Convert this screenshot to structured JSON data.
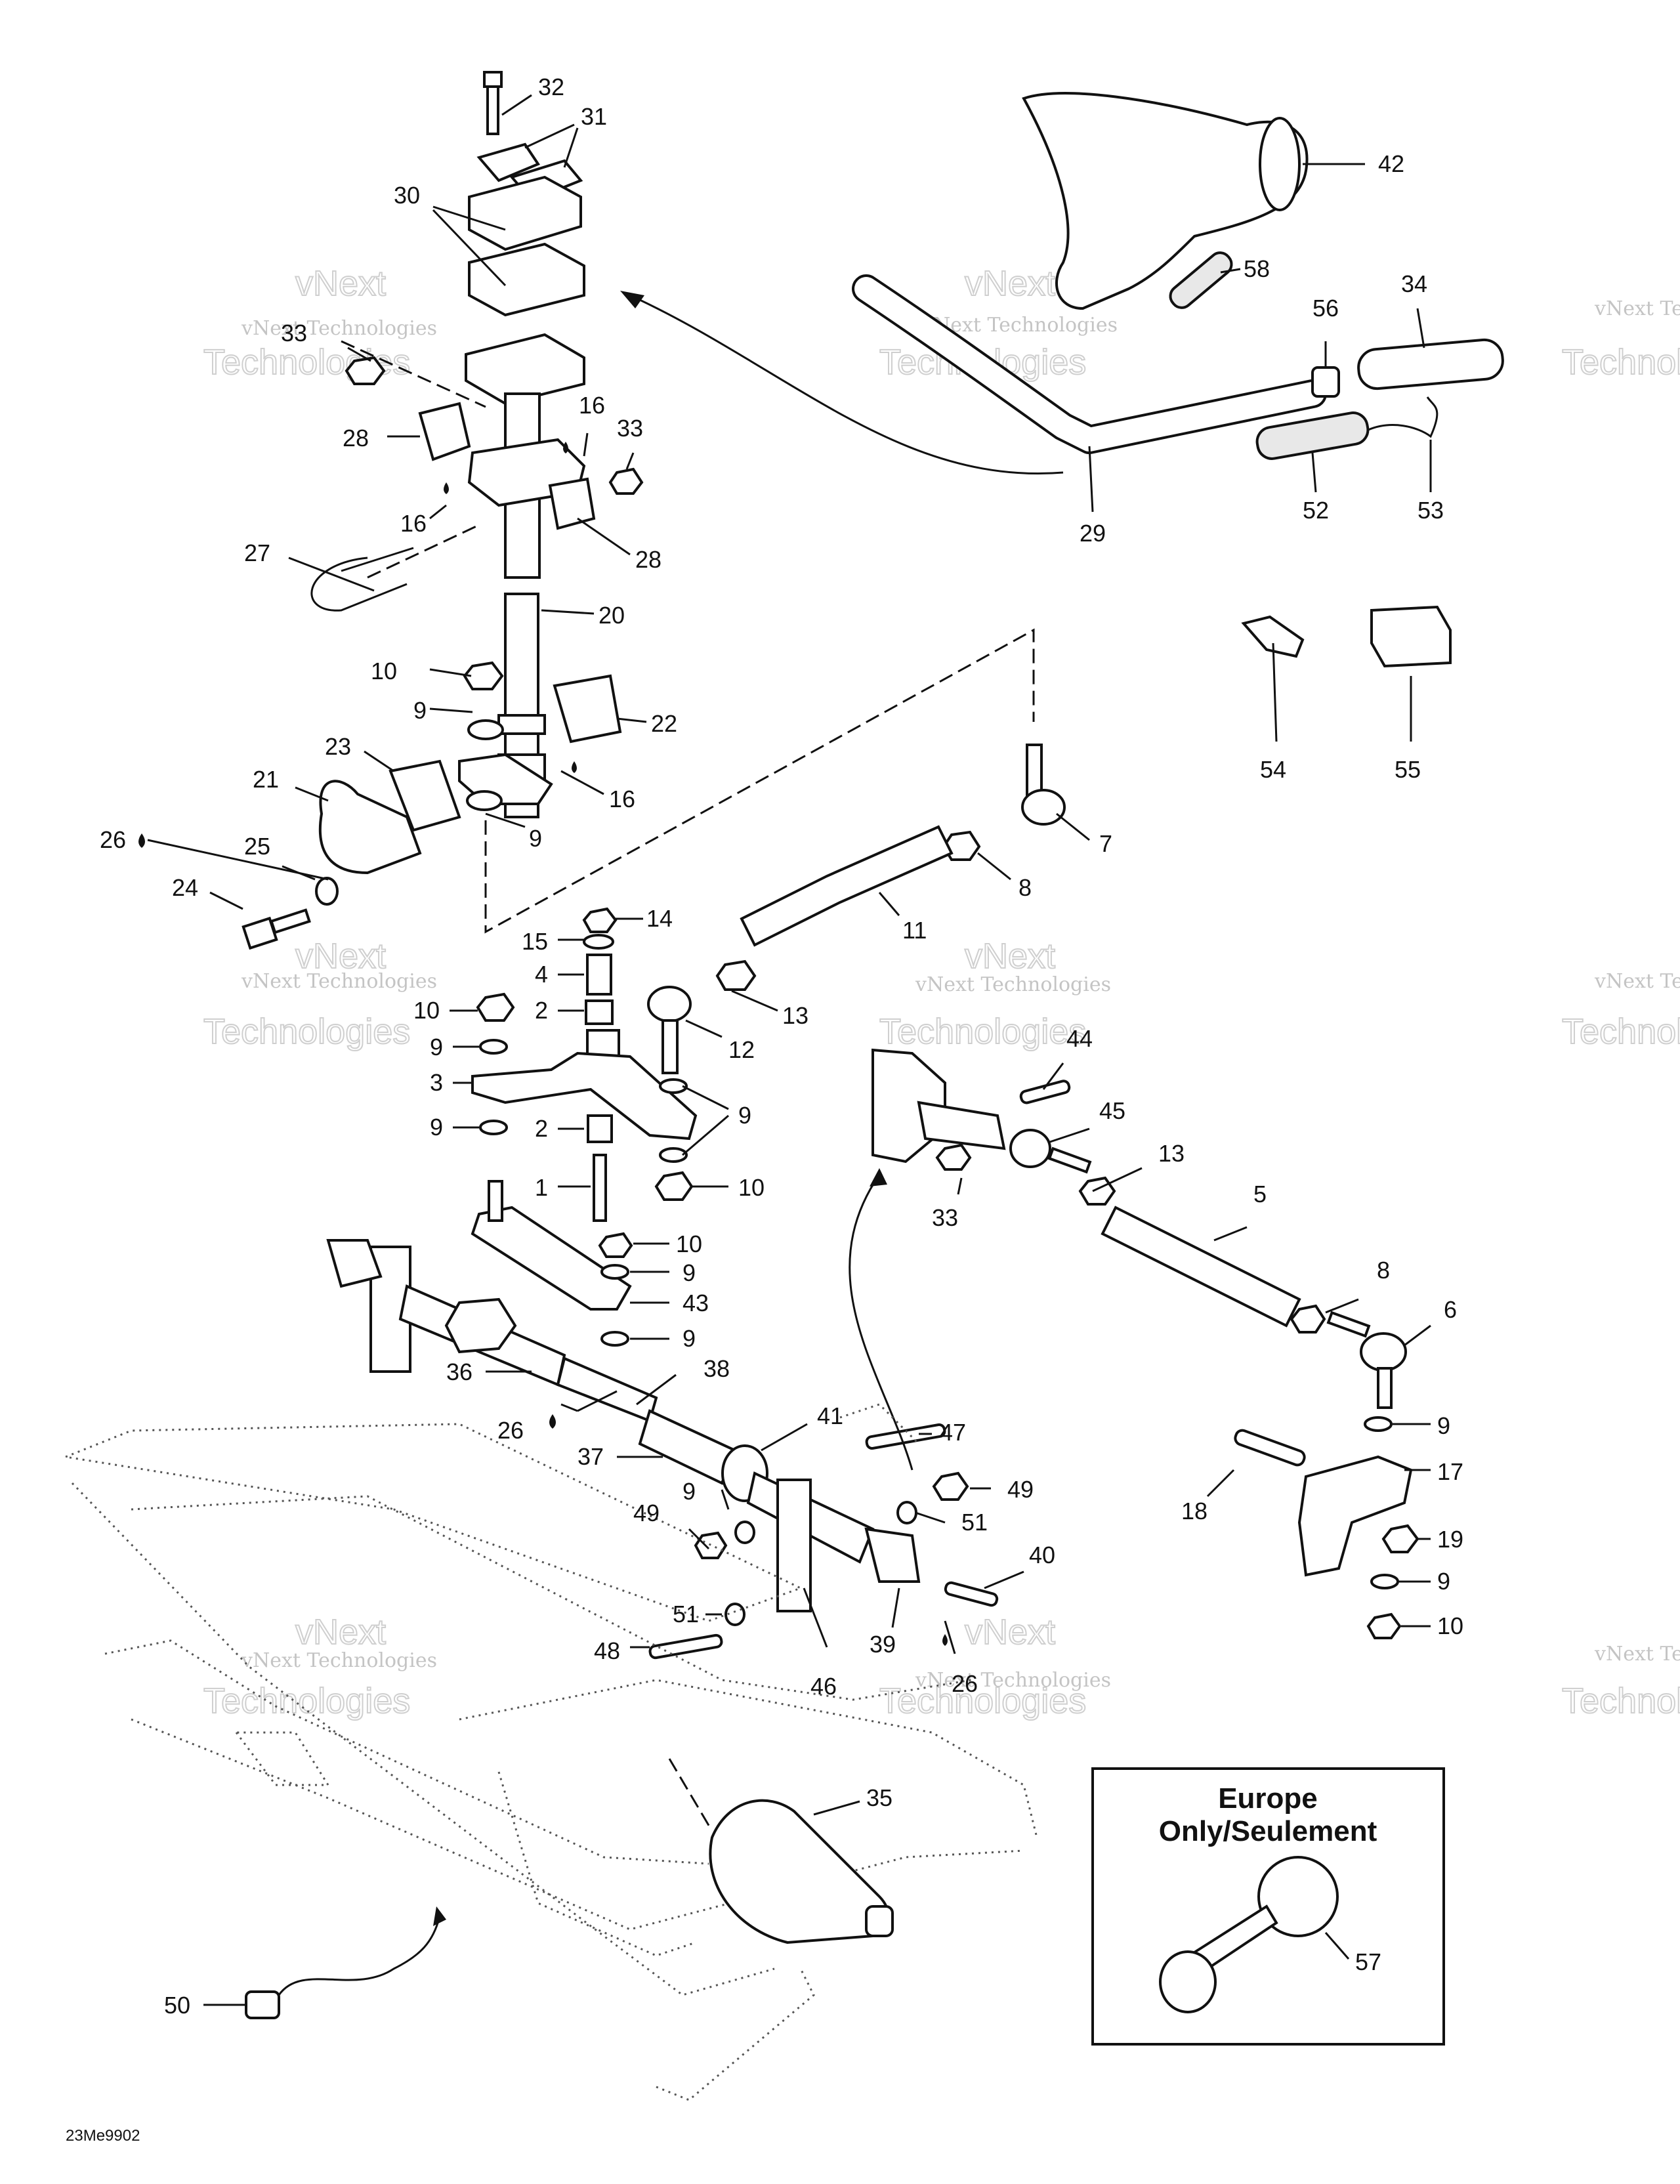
{
  "diagram": {
    "reference_code": "23Me9902",
    "watermark": {
      "line1": "vNext Technologies",
      "line2": "vNext",
      "line3": "Technologies"
    },
    "inset": {
      "title_line1": "Europe",
      "title_line2": "Only/Seulement",
      "part_label": "57"
    },
    "labels": {
      "p32": "32",
      "p31": "31",
      "p30": "30",
      "p42": "42",
      "p58": "58",
      "p56": "56",
      "p34": "34",
      "p33a": "33",
      "p33b": "33",
      "p33c": "33",
      "p28a": "28",
      "p28b": "28",
      "p16a": "16",
      "p16b": "16",
      "p16c": "16",
      "p29": "29",
      "p52": "52",
      "p53": "53",
      "p27": "27",
      "p20": "20",
      "p10a": "10",
      "p10b": "10",
      "p10c": "10",
      "p10d": "10",
      "p10e": "10",
      "p9a": "9",
      "p9b": "9",
      "p9c": "9",
      "p9d": "9",
      "p9e": "9",
      "p9f": "9",
      "p9g": "9",
      "p9h": "9",
      "p9i": "9",
      "p9j": "9",
      "p22": "22",
      "p23": "23",
      "p21": "21",
      "p26a": "26",
      "p26b": "26",
      "p26c": "26",
      "p25": "25",
      "p24": "24",
      "p54": "54",
      "p55": "55",
      "p7": "7",
      "p8a": "8",
      "p8b": "8",
      "p11": "11",
      "p14": "14",
      "p15": "15",
      "p4": "4",
      "p2a": "2",
      "p2b": "2",
      "p3": "3",
      "p1": "1",
      "p13a": "13",
      "p13b": "13",
      "p12": "12",
      "p44": "44",
      "p45": "45",
      "p5": "5",
      "p6": "6",
      "p43": "43",
      "p36": "36",
      "p38": "38",
      "p37": "37",
      "p41": "41",
      "p47": "47",
      "p49a": "49",
      "p49b": "49",
      "p51a": "51",
      "p51b": "51",
      "p40": "40",
      "p39": "39",
      "p46": "46",
      "p48": "48",
      "p17": "17",
      "p18": "18",
      "p19": "19",
      "p35": "35",
      "p50": "50"
    }
  }
}
